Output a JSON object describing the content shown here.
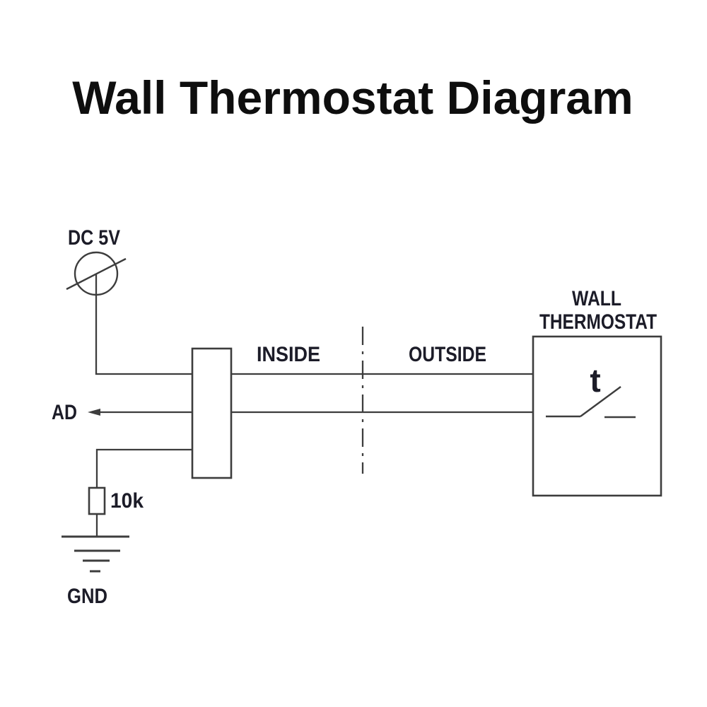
{
  "title": "Wall Thermostat Diagram",
  "diagram": {
    "power_label": "DC 5V",
    "ad_label": "AD",
    "inside_label": "INSIDE",
    "outside_label": "OUTSIDE",
    "thermostat_label_line1": "WALL",
    "thermostat_label_line2": "THERMOSTAT",
    "thermostat_switch_label": "t",
    "resistor_label": "10k",
    "ground_label": "GND",
    "colors": {
      "background": "#ffffff",
      "line": "#3d3d3d",
      "label_text": "#1c1c28",
      "title_text": "#0e0e0e"
    }
  }
}
